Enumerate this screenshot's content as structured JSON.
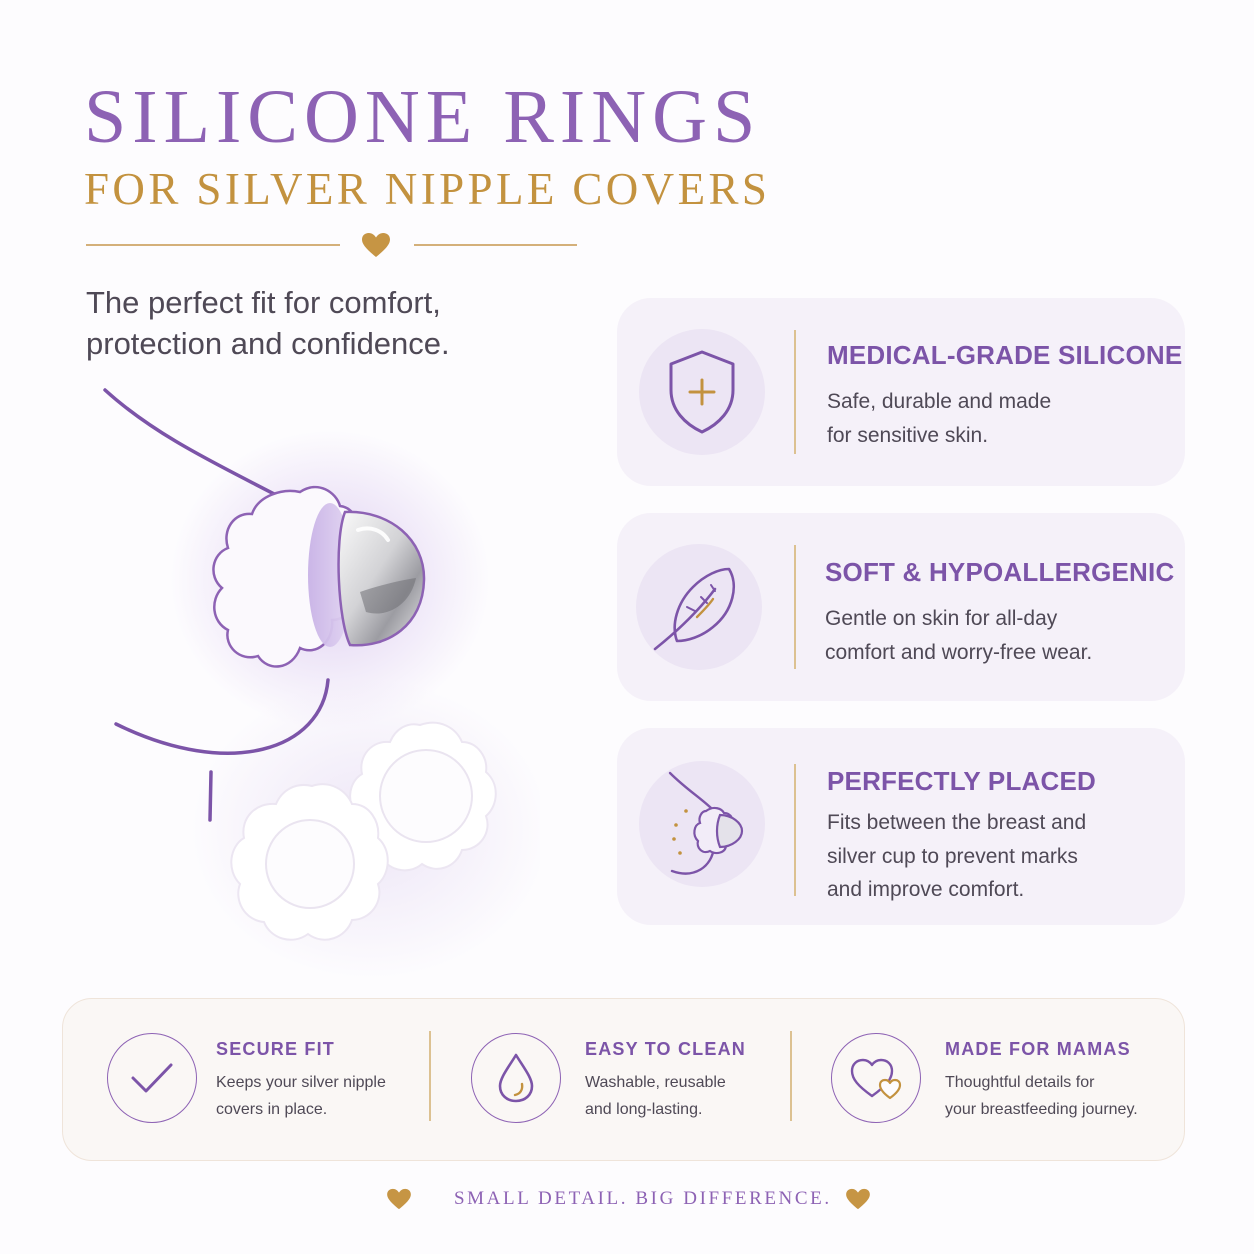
{
  "header": {
    "title": "SILICONE RINGS",
    "subtitle": "FOR SILVER NIPPLE COVERS"
  },
  "tagline": {
    "line1": "The perfect fit for comfort,",
    "line2": "protection and confidence."
  },
  "features": [
    {
      "icon": "shield-plus-icon",
      "title": "MEDICAL-GRADE SILICONE",
      "line1": "Safe, durable and made",
      "line2": "for sensitive skin."
    },
    {
      "icon": "feather-icon",
      "title": "SOFT & HYPOALLERGENIC",
      "line1": "Gentle on skin for all-day",
      "line2": "comfort and worry-free wear."
    },
    {
      "icon": "breast-cup-icon",
      "title": "PERFECTLY PLACED",
      "line1": "Fits between the breast and",
      "line2": "silver cup to prevent marks",
      "line3": "and improve comfort."
    }
  ],
  "benefits": [
    {
      "icon": "checkmark-icon",
      "title": "SECURE FIT",
      "line1": "Keeps your silver nipple",
      "line2": "covers in place."
    },
    {
      "icon": "water-drop-icon",
      "title": "EASY TO CLEAN",
      "line1": "Washable, reusable",
      "line2": "and long-lasting."
    },
    {
      "icon": "hearts-icon",
      "title": "MADE FOR MAMAS",
      "line1": "Thoughtful details for",
      "line2": "your breastfeeding journey."
    }
  ],
  "footer": {
    "slogan": "SMALL DETAIL. BIG DIFFERENCE."
  },
  "colors": {
    "purple": "#8d62b4",
    "gold": "#c3923f",
    "card_bg": "#f5f1f9"
  }
}
